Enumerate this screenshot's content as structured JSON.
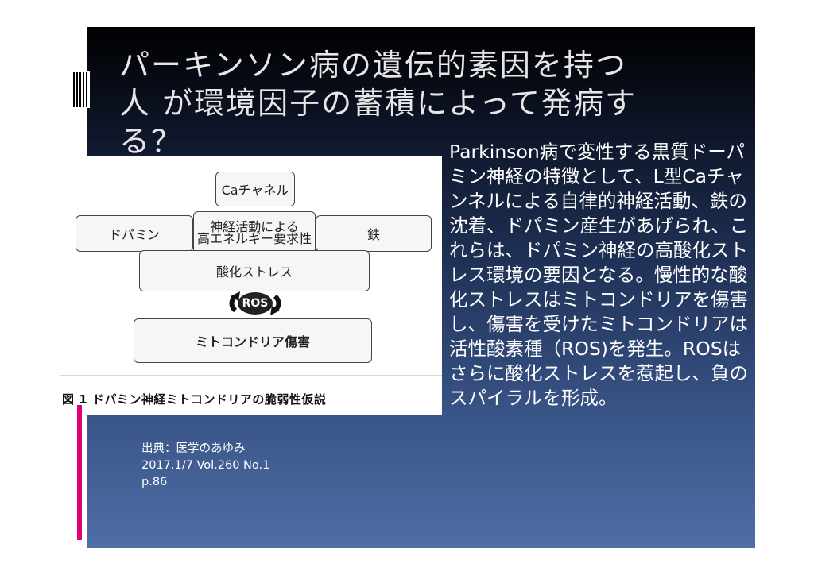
{
  "slide": {
    "title_line1": "パーキンソン病の遺伝的素因を持つ",
    "title_line2": "人 が環境因子の蓄積によって発病す",
    "title_line3": "る？"
  },
  "figure": {
    "box_ca": "Caチャネル",
    "box_dopamine": "ドパミン",
    "box_energy": "神経活動による\n高エネルギー要求性",
    "box_iron": "鉄",
    "box_oxidative": "酸化ストレス",
    "ros": "ROS",
    "box_damage": "ミトコンドリア傷害",
    "caption": "図 1 ドパミン神経ミトコンドリアの脆弱性仮説"
  },
  "body_text": "Parkinson病で変性する黒質ドーパミン神経の特徴として、L型Caチャンネルによる自律的神経活動、鉄の沈着、ドパミン産生があげられ、これらは、ドパミン神経の高酸化ストレス環境の要因となる。慢性的な酸化ストレスはミトコンドリアを傷害し、傷害を受けたミトコンドリアは活性酸素種（ROS)を発生。ROSはさらに酸化ストレスを惹起し、負のスパイラルを形成。",
  "source": {
    "line1": "出典：医学のあゆみ",
    "line2": "2017.1/7 Vol.260 No.1",
    "line3": "p.86"
  },
  "colors": {
    "accent": "#e0007a",
    "title_text": "#e6e6e6",
    "gradient_top": "#000000",
    "gradient_bottom": "#4f6ea6"
  }
}
